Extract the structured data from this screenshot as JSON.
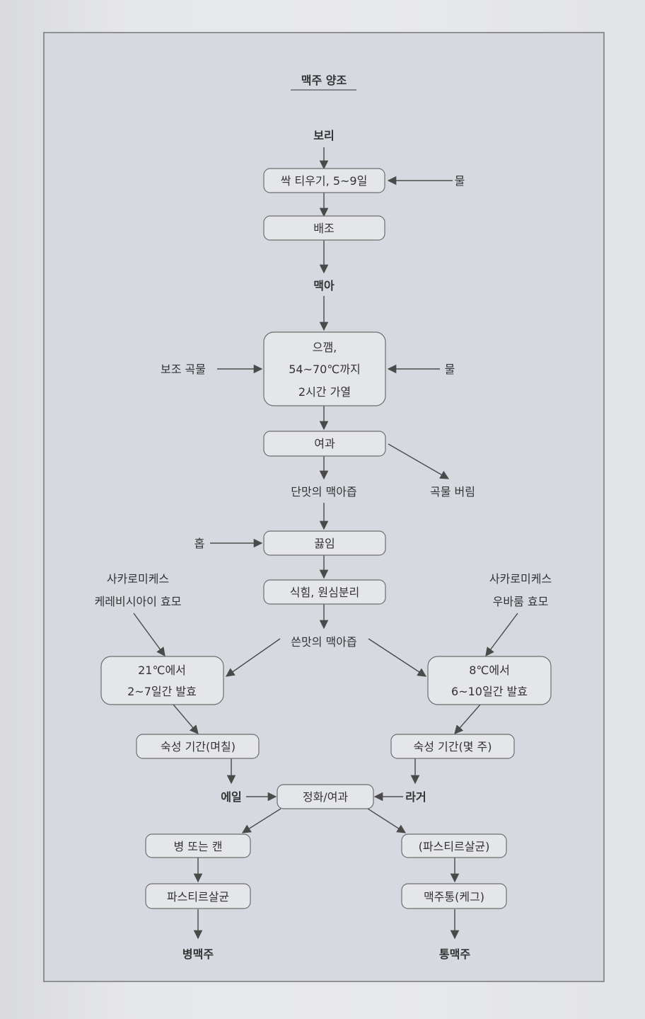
{
  "title": "맥주 양조",
  "nodes": {
    "barley": "보리",
    "germinate": "싹 티우기, 5~9일",
    "water1": "물",
    "dry": "배조",
    "malt": "맥아",
    "mash_l1": "으깸,",
    "mash_l2": "54~70℃까지",
    "mash_l3": "2시간 가열",
    "adjunct": "보조 곡물",
    "water2": "물",
    "filter1": "여과",
    "grain_discard": "곡물 버림",
    "sweet_wort": "단맛의 맥아즙",
    "hops": "홉",
    "boil": "끓임",
    "cool": "식힘, 원심분리",
    "bitter_wort": "쓴맛의 맥아즙",
    "yeast_left_l1": "사카로미케스",
    "yeast_left_l2": "케레비시아이 효모",
    "yeast_right_l1": "사카로미케스",
    "yeast_right_l2": "우바룸 효모",
    "ferm_left_l1": "21℃에서",
    "ferm_left_l2": "2~7일간 발효",
    "ferm_right_l1": "8℃에서",
    "ferm_right_l2": "6~10일간 발효",
    "age_left": "숙성 기간(며칠)",
    "age_right": "숙성 기간(몇 주)",
    "ale": "에일",
    "lager": "라거",
    "clarify": "정화/여과",
    "bottle_can": "병 또는 캔",
    "pasteur_opt": "(파스티르살균)",
    "pasteur": "파스티르살균",
    "keg": "맥주통(케그)",
    "bottled_beer": "병맥주",
    "keg_beer": "통맥주"
  }
}
